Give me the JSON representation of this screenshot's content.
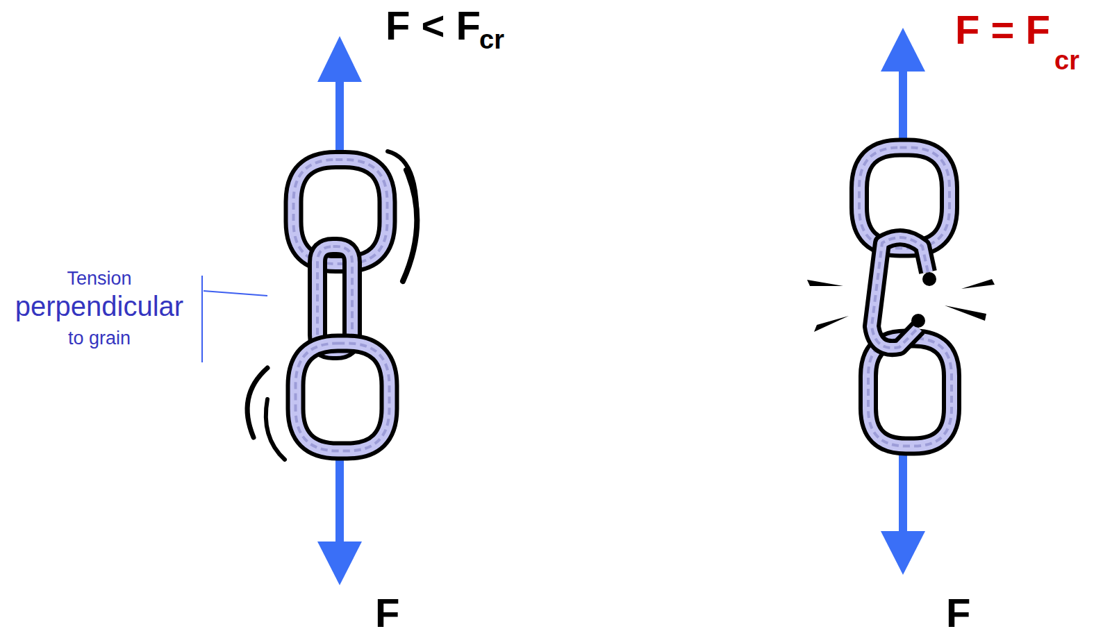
{
  "diagram": {
    "labels": [
      "F < F",
      "cr",
      "F = F",
      "cr",
      "F",
      "F",
      "Tension",
      "perpendicular",
      "to grain"
    ]
  }
}
